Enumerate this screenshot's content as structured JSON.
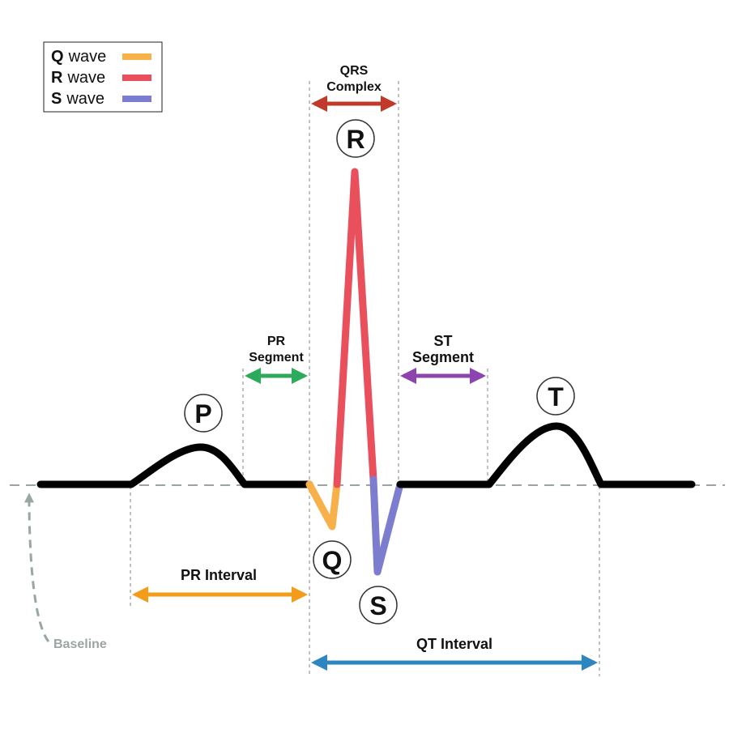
{
  "colors": {
    "trace": "#000000",
    "q_wave": "#f7b04a",
    "r_wave": "#e9505b",
    "s_wave": "#7d7dd0",
    "qrs_complex_arrow": "#c0392b",
    "pr_segment_arrow": "#2eaa5c",
    "st_segment_arrow": "#8e44ad",
    "pr_interval_arrow": "#f39c1a",
    "qt_interval_arrow": "#2e86c1",
    "baseline": "#9aa6a3",
    "guides": "#9a9a9a"
  },
  "legend": {
    "items": [
      {
        "key": "Q",
        "text": "wave",
        "color": "#f7b04a"
      },
      {
        "key": "R",
        "text": "wave",
        "color": "#e9505b"
      },
      {
        "key": "S",
        "text": "wave",
        "color": "#7d7dd0"
      }
    ]
  },
  "labels": {
    "qrs_complex": {
      "line1": "QRS",
      "line2": "Complex"
    },
    "pr_segment": {
      "line1": "PR",
      "line2": "Segment"
    },
    "st_segment": {
      "line1": "ST",
      "line2": "Segment"
    },
    "pr_interval": "PR Interval",
    "qt_interval": "QT Interval",
    "baseline": "Baseline"
  },
  "waves": {
    "p": "P",
    "q": "Q",
    "r": "R",
    "s": "S",
    "t": "T"
  }
}
